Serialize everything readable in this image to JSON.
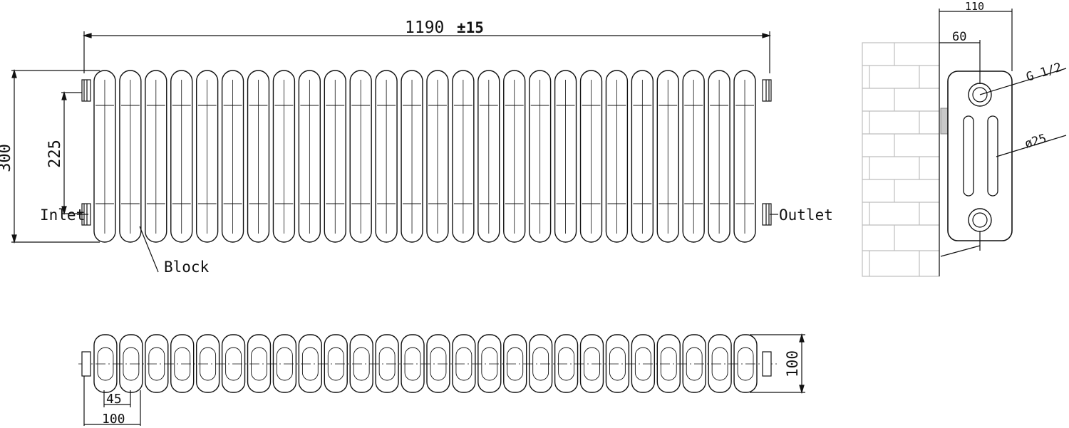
{
  "front_view": {
    "overall_width": "1190",
    "tolerance": "±15",
    "overall_height": "300",
    "pipe_centres": "225",
    "inlet_label": "Inlet",
    "outlet_label": "Outlet",
    "block_label": "Block",
    "column_count": 26
  },
  "top_view": {
    "depth": "100",
    "section_pitch": "45",
    "end_offset": "100",
    "column_count": 26
  },
  "side_view": {
    "total_depth": "110",
    "wall_offset": "60",
    "connection_thread": "G 1/2",
    "tube_diameter": "ø25"
  },
  "colors": {
    "line": "#111111",
    "wall": "#bdbdbd",
    "bracket": "#c8c8c8"
  }
}
